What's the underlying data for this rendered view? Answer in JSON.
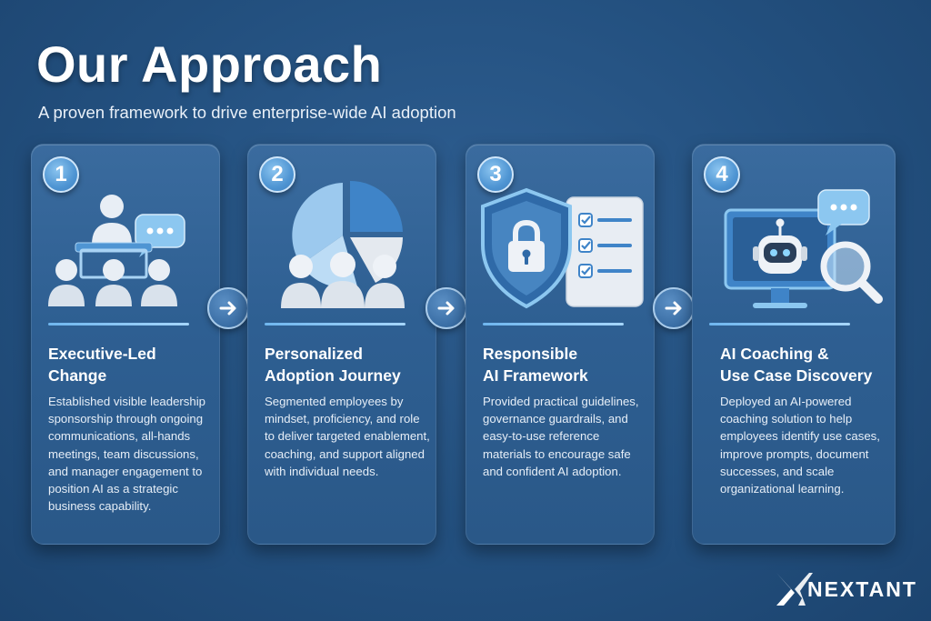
{
  "header": {
    "title": "Our Approach",
    "subtitle": "A proven framework to drive enterprise-wide AI adoption"
  },
  "steps": [
    {
      "number": "1",
      "title_line1": "Executive-Led",
      "title_line2": "Change",
      "description": "Established visible leadership sponsorship through ongoing communications, all-hands meetings, team discussions, and manager engagement to position AI as a strategic business capability.",
      "illustration_icon": "presenter-audience-icon"
    },
    {
      "number": "2",
      "title_line1": "Personalized",
      "title_line2": "Adoption Journey",
      "description": "Segmented employees by mindset, proficiency, and role to deliver targeted enablement, coaching, and support aligned with individual needs.",
      "illustration_icon": "pie-chart-people-icon"
    },
    {
      "number": "3",
      "title_line1": "Responsible",
      "title_line2": "AI Framework",
      "description": "Provided practical guidelines, governance guardrails, and easy-to-use reference materials to encourage safe and confident AI adoption.",
      "illustration_icon": "shield-checklist-icon"
    },
    {
      "number": "4",
      "title_line1": "AI Coaching &",
      "title_line2": "Use Case Discovery",
      "description": "Deployed an AI-powered coaching solution to help employees identify use cases, improve prompts, document successes, and scale organizational learning.",
      "illustration_icon": "robot-monitor-magnifier-icon"
    }
  ],
  "connector_icon": "arrow-right-icon",
  "brand": {
    "logo_text": "NEXTANT",
    "accent_color": "#4f95d3",
    "background_color": "#23507f"
  }
}
